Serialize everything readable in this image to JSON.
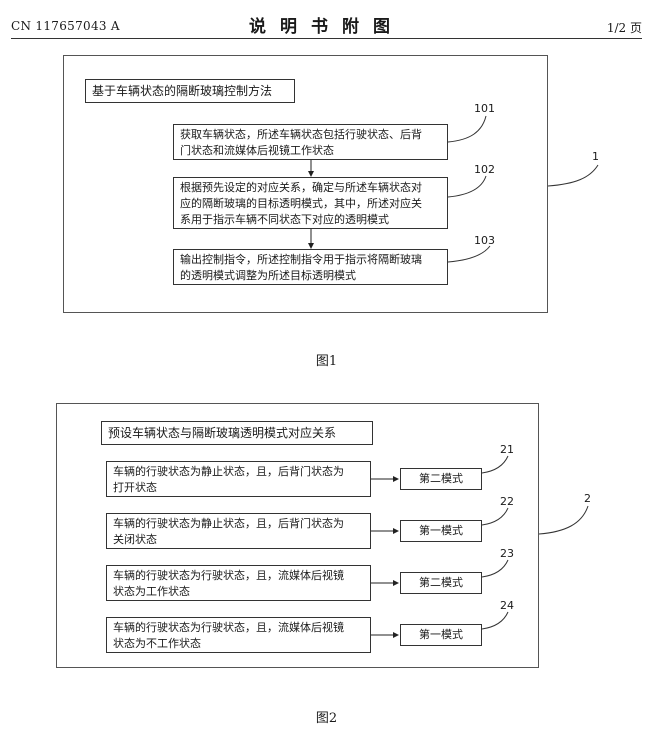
{
  "header": {
    "patent_no": "CN 117657043 A",
    "title": "说明书附图",
    "page": "1/2 页"
  },
  "figure1": {
    "title": "基于车辆状态的隔断玻璃控制方法",
    "steps": [
      {
        "id": "101",
        "line1": "获取车辆状态，所述车辆状态包括行驶状态、后背",
        "line2": "门状态和流媒体后视镜工作状态",
        "line3": ""
      },
      {
        "id": "102",
        "line1": "根据预先设定的对应关系，确定与所述车辆状态对",
        "line2": "应的隔断玻璃的目标透明模式，其中，所述对应关",
        "line3": "系用于指示车辆不同状态下对应的透明模式"
      },
      {
        "id": "103",
        "line1": "输出控制指令，所述控制指令用于指示将隔断玻璃",
        "line2": "的透明模式调整为所述目标透明模式",
        "line3": ""
      }
    ],
    "ref": "1",
    "caption": "图1"
  },
  "figure2": {
    "title": "预设车辆状态与隔断玻璃透明模式对应关系",
    "rows": [
      {
        "id": "21",
        "line1": "车辆的行驶状态为静止状态，且，后背门状态为",
        "line2": "打开状态",
        "mode": "第二模式"
      },
      {
        "id": "22",
        "line1": "车辆的行驶状态为静止状态，且，后背门状态为",
        "line2": "关闭状态",
        "mode": "第一模式"
      },
      {
        "id": "23",
        "line1": "车辆的行驶状态为行驶状态，且，流媒体后视镜",
        "line2": "状态为工作状态",
        "mode": "第二模式"
      },
      {
        "id": "24",
        "line1": "车辆的行驶状态为行驶状态，且，流媒体后视镜",
        "line2": "状态为不工作状态",
        "mode": "第一模式"
      }
    ],
    "ref": "2",
    "caption": "图2"
  }
}
